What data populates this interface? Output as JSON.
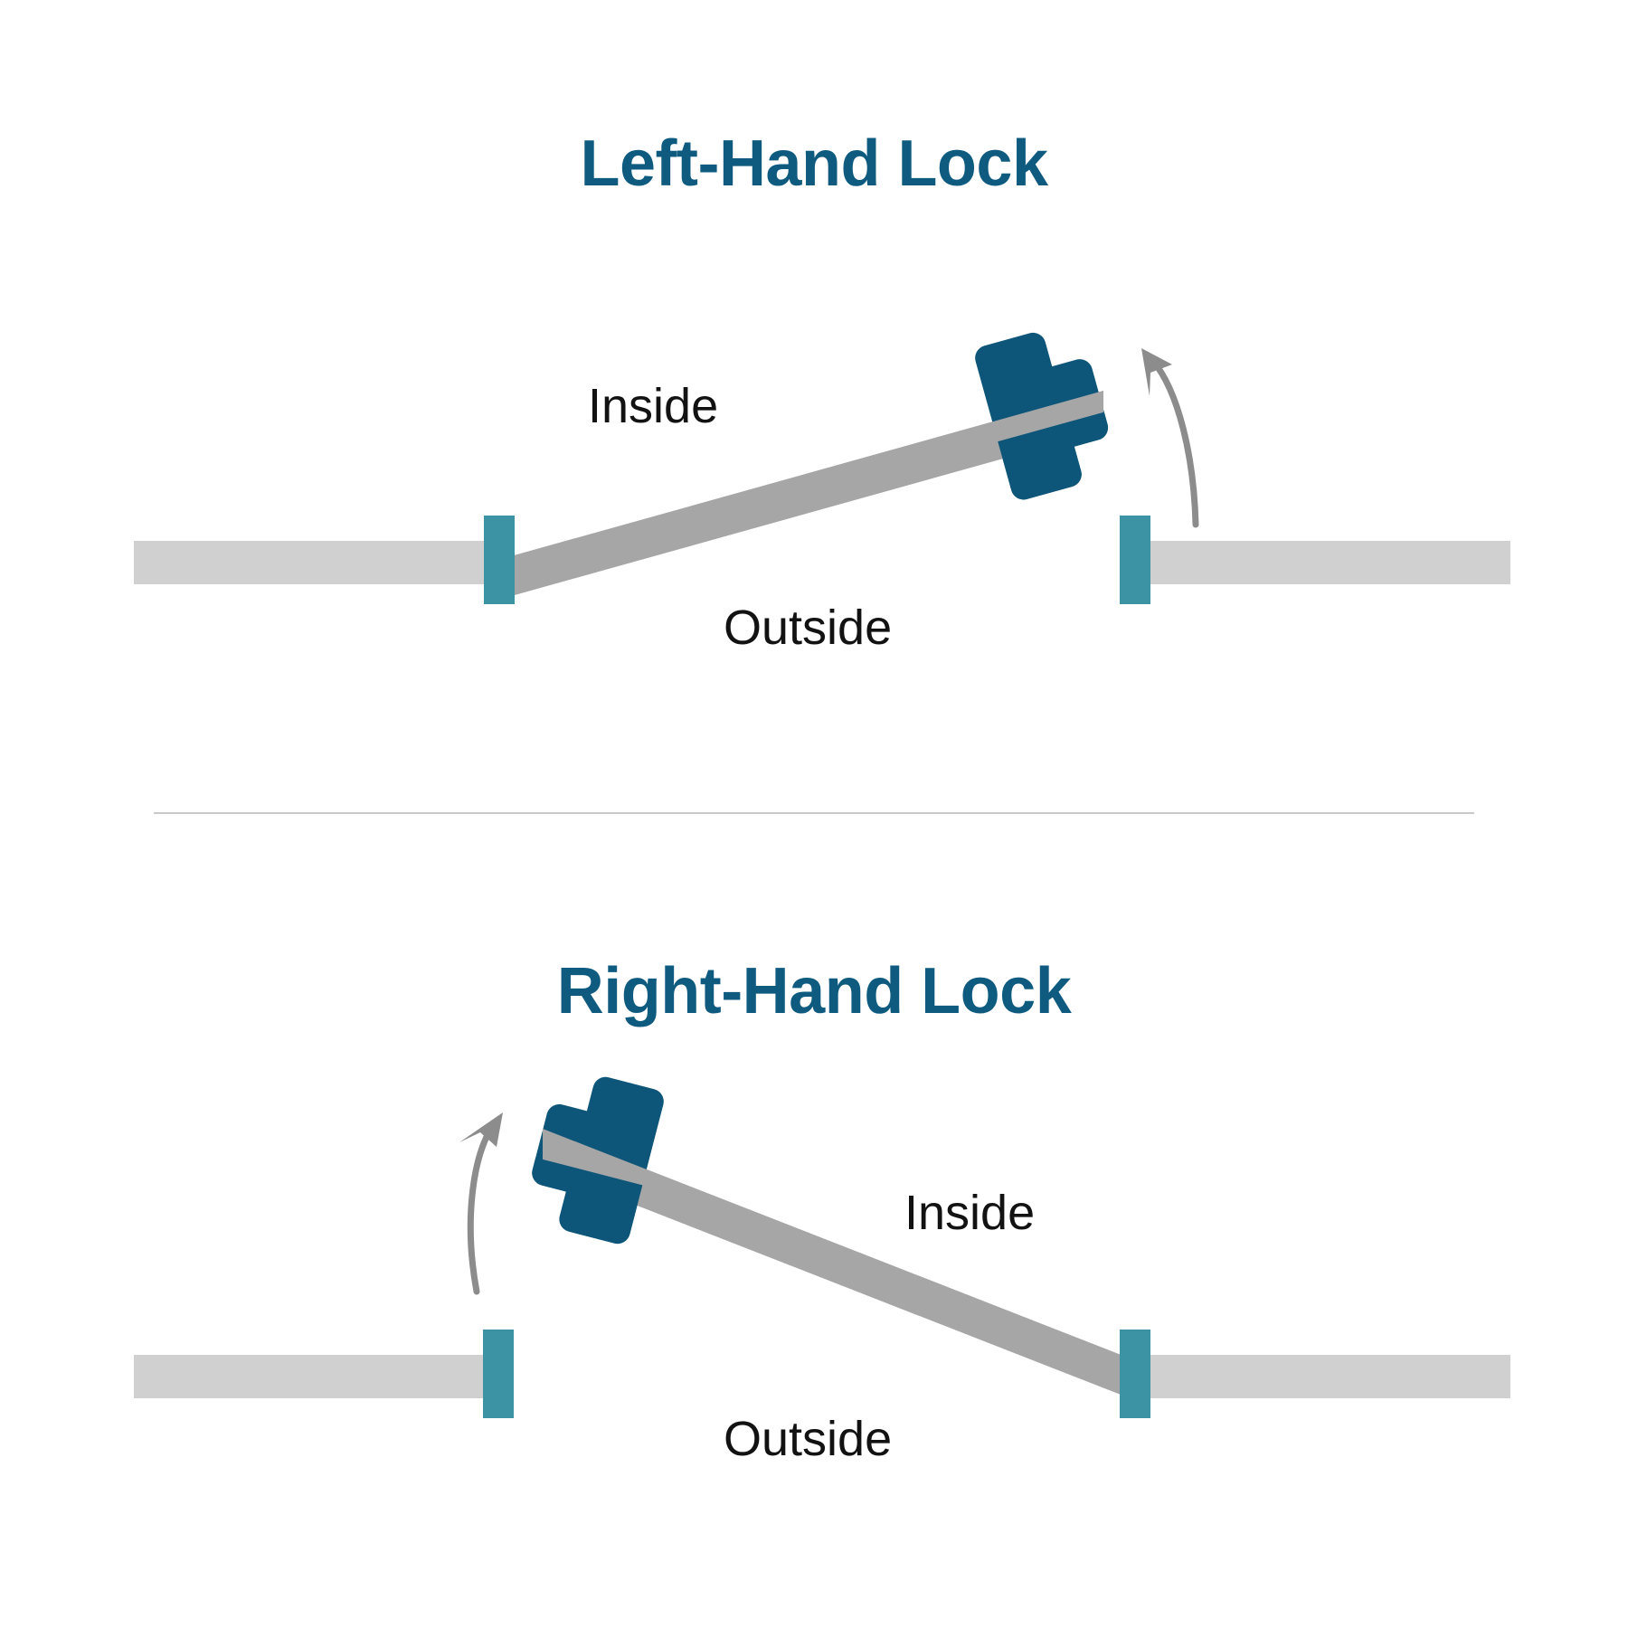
{
  "diagram": {
    "type": "instructional-diagram",
    "subject": "Door lock handing (left-hand vs right-hand lock)",
    "background_color": "#ffffff",
    "colors": {
      "title_blue": "#0f5b80",
      "lock_body_blue": "#0d5679",
      "hinge_teal": "#3c93a3",
      "wall_gray": "#d0d0d0",
      "door_gray": "#a6a6a6",
      "arrow_gray": "#8c8c8c",
      "label_black": "#121212",
      "divider_gray": "#c9c9c9"
    }
  },
  "panels": [
    {
      "id": "left-hand",
      "title": "Left-Hand Lock",
      "labels": {
        "inside": "Inside",
        "outside": "Outside"
      },
      "elements": {
        "wall_bar": "horizontal-wall-bar",
        "hinge_left": "hinge-block",
        "hinge_right": "hinge-block",
        "door_panel": "swinging-door-panel",
        "lock": "lock-body",
        "swing_arrow": "swing-direction-arrow"
      },
      "swing_direction": "up-and-left",
      "lock_position": "right-end-of-door"
    },
    {
      "id": "right-hand",
      "title": "Right-Hand Lock",
      "labels": {
        "inside": "Inside",
        "outside": "Outside"
      },
      "elements": {
        "wall_bar": "horizontal-wall-bar",
        "hinge_left": "hinge-block",
        "hinge_right": "hinge-block",
        "door_panel": "swinging-door-panel",
        "lock": "lock-body",
        "swing_arrow": "swing-direction-arrow"
      },
      "swing_direction": "up-and-right",
      "lock_position": "left-end-of-door"
    }
  ]
}
